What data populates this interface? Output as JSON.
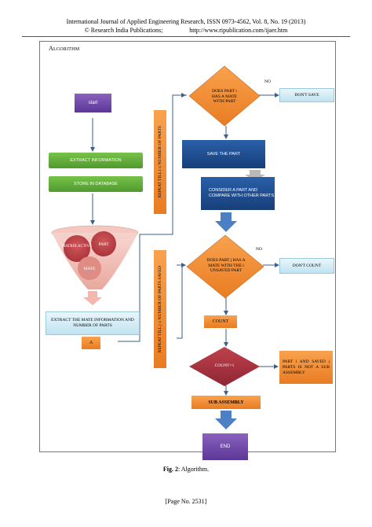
{
  "header": {
    "line1": "International Journal of Applied Engineering Research, ISSN 0973-4562, Vol. 8, No. 19 (2013)",
    "line2": "© Research India Publications;                 http://www.ripublication.com/ijaer.htm"
  },
  "figure": {
    "section_label": "Algorithm",
    "caption_num": "Fig. 2",
    "caption_text": ": Algorithm."
  },
  "nodes": {
    "start": "start",
    "extract_info": "EXTRACT INFORMATION",
    "store_db": "STORE IN DATABASE",
    "venn_left": "MATRIX ACTIVE",
    "venn_right": "PART",
    "venn_bottom": "MATE",
    "extract_mate": "EXTRACT THE MATE INFORMATION AND NUMBER OF PARTS",
    "connector_a": "A",
    "repeat_i": "REPEAT TILL i ≤ NUMBER OF PARTS",
    "repeat_j": "REPEAT TILL j ≤ NUMBER OF PARTS SAVED",
    "dec1": "DOES PART i HAS A MATE WITH PART",
    "dont_save": "DON'T SAVE",
    "save_part": "SAVE THE PART",
    "consider": "CONSIDER A PART AND COMPARE WITH OTHER PARTS",
    "dec2": "DOES PART j HAS A MATE WITH THE i UNSAVED PART",
    "dont_count": "DON'T COUNT",
    "count": "COUNT",
    "count_eq": "COUNT=1",
    "not_sub": "PART i AND SAVED j PARTS IS NOT A SUB ASSEMBLY",
    "sub_assembly": "SUB ASSEMBLY",
    "end": "END",
    "no1": "NO",
    "no2": "NO"
  },
  "footer": {
    "page": "[Page No. 2531]"
  },
  "colors": {
    "green": "#5fae39",
    "orange": "#f08a2c",
    "dark_blue": "#1f4e8c",
    "light_blue": "#d5eef7",
    "purple": "#6e47a8",
    "dark_red": "#a83240",
    "arrow_blue": "#4d7fc4"
  }
}
